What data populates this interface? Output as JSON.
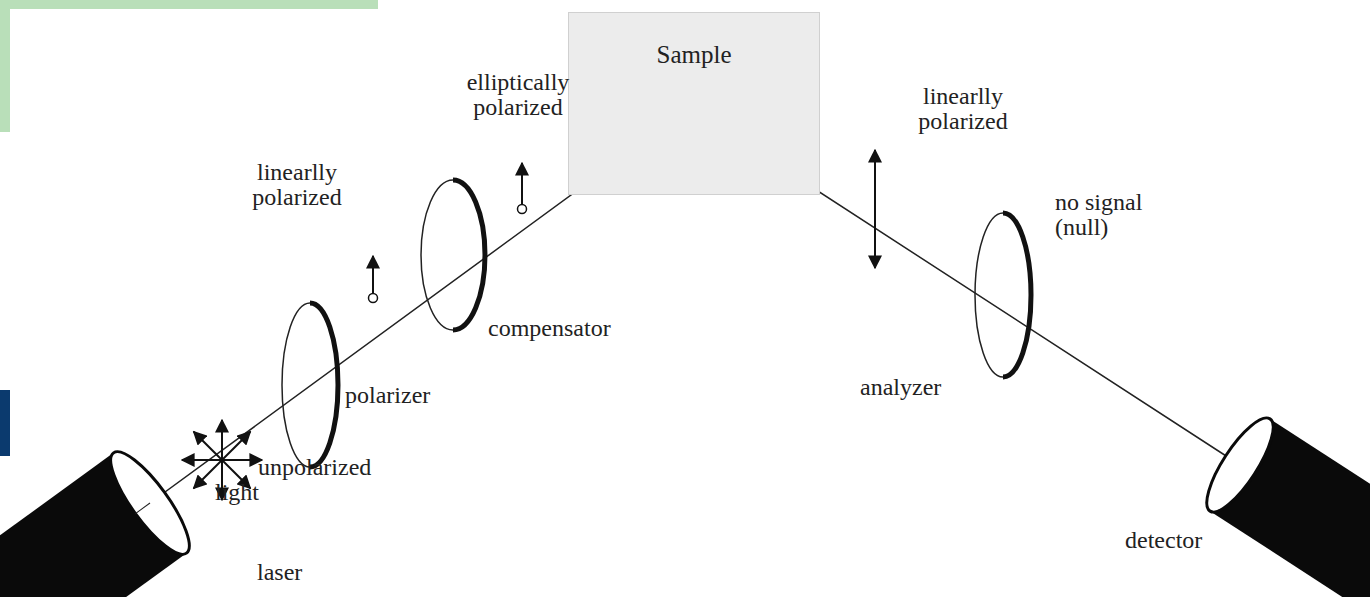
{
  "diagram": {
    "nodes": [
      {
        "text": [
          "Sample"
        ]
      }
    ],
    "labels": [
      "elliptically polarized",
      "linearlly polarized",
      "compensator",
      "linearlly polarized",
      "no signal (null)",
      "polarizer",
      "analyzer",
      "unpolarized light",
      "laser",
      "detector"
    ]
  }
}
